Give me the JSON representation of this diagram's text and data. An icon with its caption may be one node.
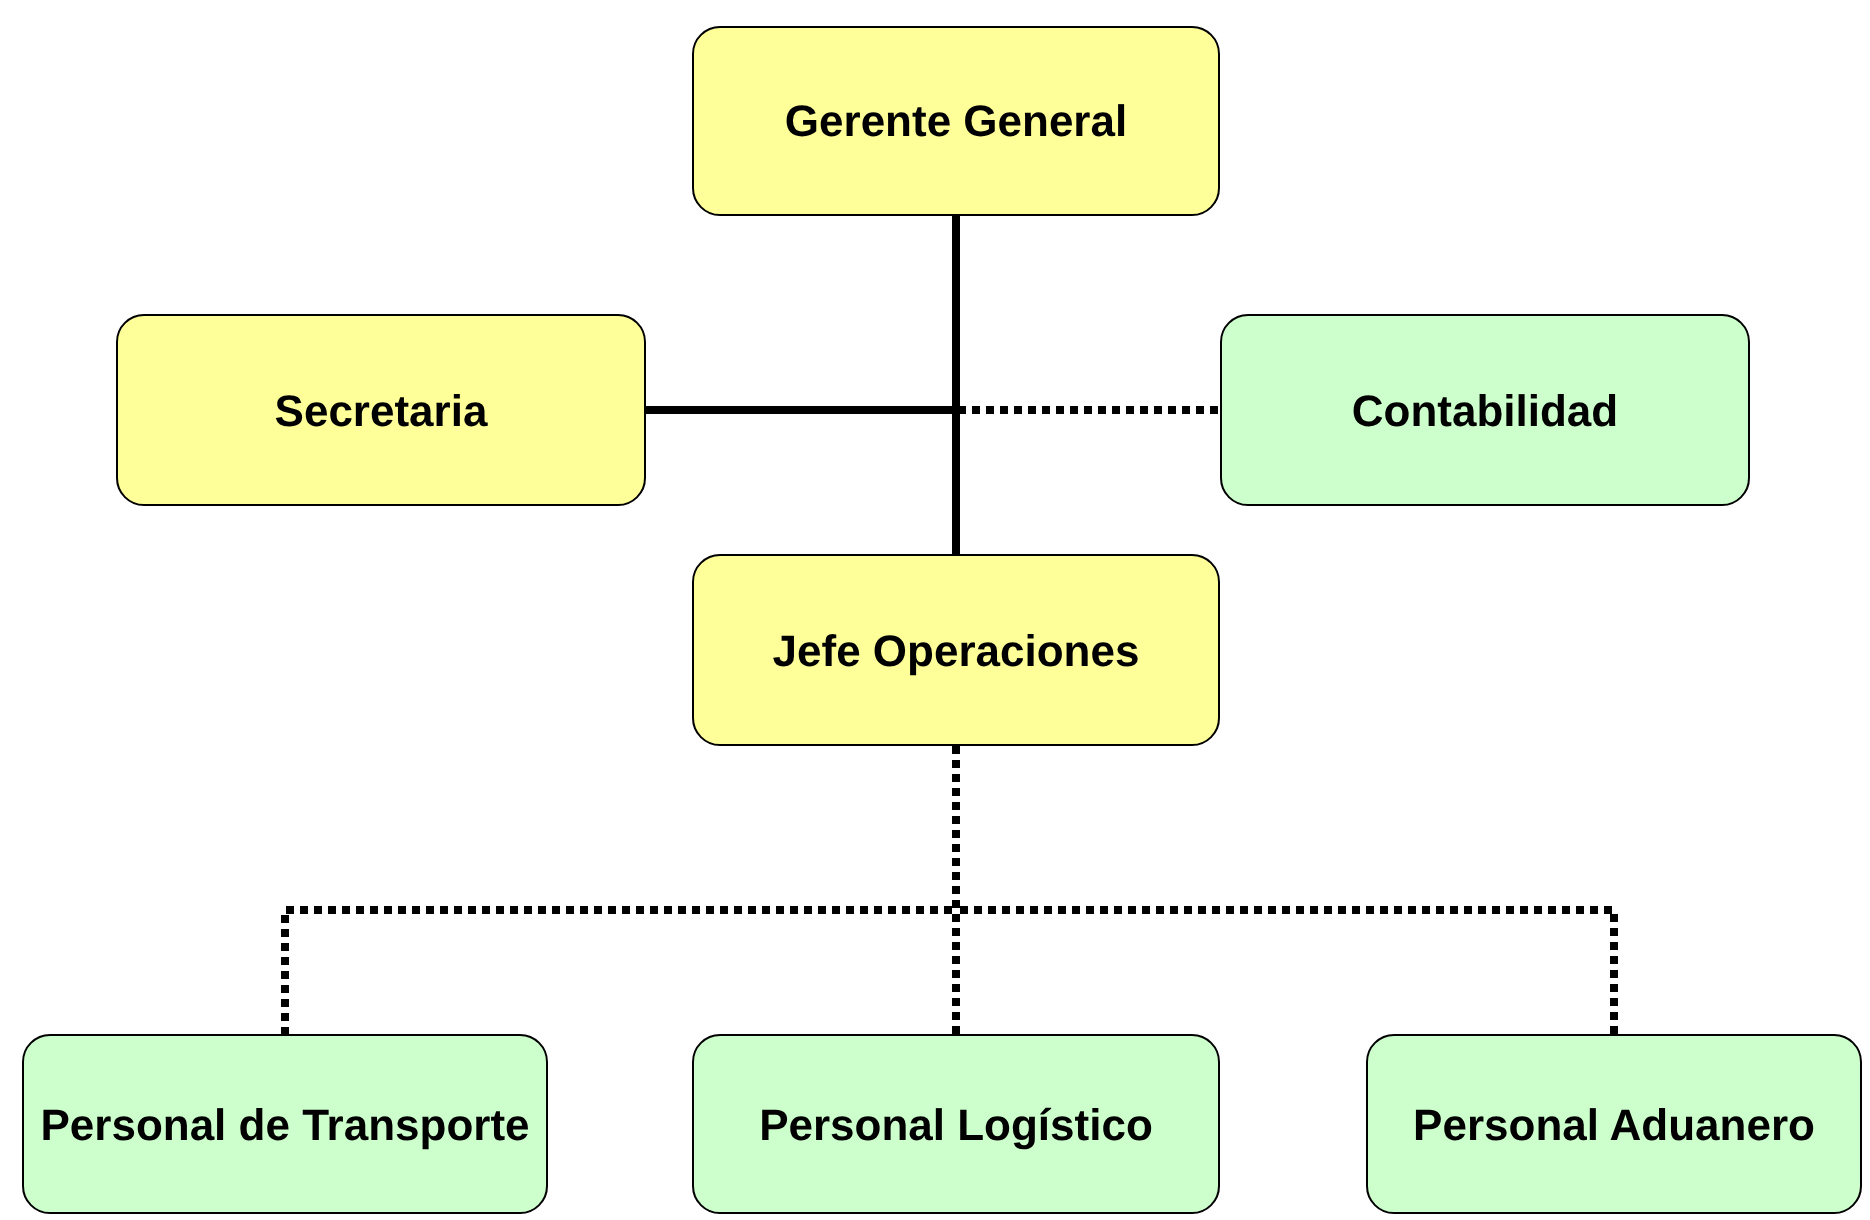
{
  "diagram": {
    "nodes": [
      {
        "text": [
          "Gerente General"
        ]
      },
      {
        "text": [
          "Secretaria"
        ]
      },
      {
        "text": [
          "Contabilidad"
        ]
      },
      {
        "text": [
          "Jefe Operaciones"
        ]
      },
      {
        "text": [
          "Personal de Transporte"
        ]
      },
      {
        "text": [
          "Personal Logístico"
        ]
      },
      {
        "text": [
          "Personal Aduanero"
        ]
      }
    ],
    "edges": [
      {
        "from": 0,
        "to": 3,
        "arrow": "none"
      },
      {
        "from": 0,
        "to": 1,
        "arrow": "none"
      },
      {
        "from": 0,
        "to": 2,
        "arrow": "none",
        "style": "dashed"
      },
      {
        "from": 3,
        "to": 4,
        "arrow": "none",
        "style": "dashed"
      },
      {
        "from": 3,
        "to": 5,
        "arrow": "none",
        "style": "dashed"
      },
      {
        "from": 3,
        "to": 6,
        "arrow": "none",
        "style": "dashed"
      }
    ]
  }
}
